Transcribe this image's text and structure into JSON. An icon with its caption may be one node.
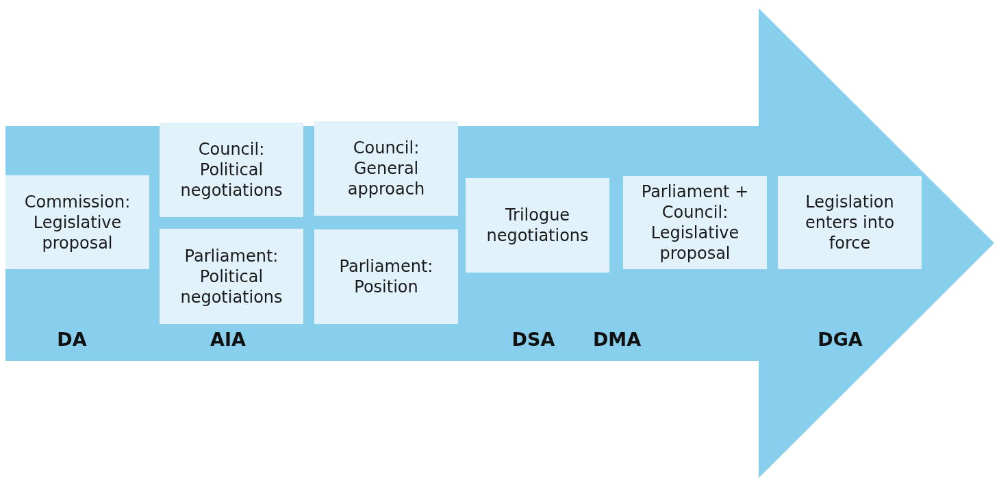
{
  "diagram": {
    "nodes": [
      {
        "text": [],
        "shape": "arrow"
      },
      {
        "text": [
          "Commission: Legislative proposal"
        ],
        "in": 0
      },
      {
        "text": [
          "Council: Political negotiations"
        ],
        "in": 0
      },
      {
        "text": [
          "Parliament: Political negotiations"
        ],
        "in": 0
      },
      {
        "text": [
          "Council: General approach"
        ],
        "in": 0
      },
      {
        "text": [
          "Parliament: Position"
        ],
        "in": 0
      },
      {
        "text": [
          "Trilogue negotiations"
        ],
        "in": 0
      },
      {
        "text": [
          "Parliament + Council: Legislative proposal"
        ],
        "in": 0
      },
      {
        "text": [
          "Legislation enters into force"
        ],
        "in": 0
      }
    ],
    "edges": [],
    "labels": [
      "DA",
      "AIA",
      "DSA",
      "DMA",
      "DGA"
    ]
  }
}
